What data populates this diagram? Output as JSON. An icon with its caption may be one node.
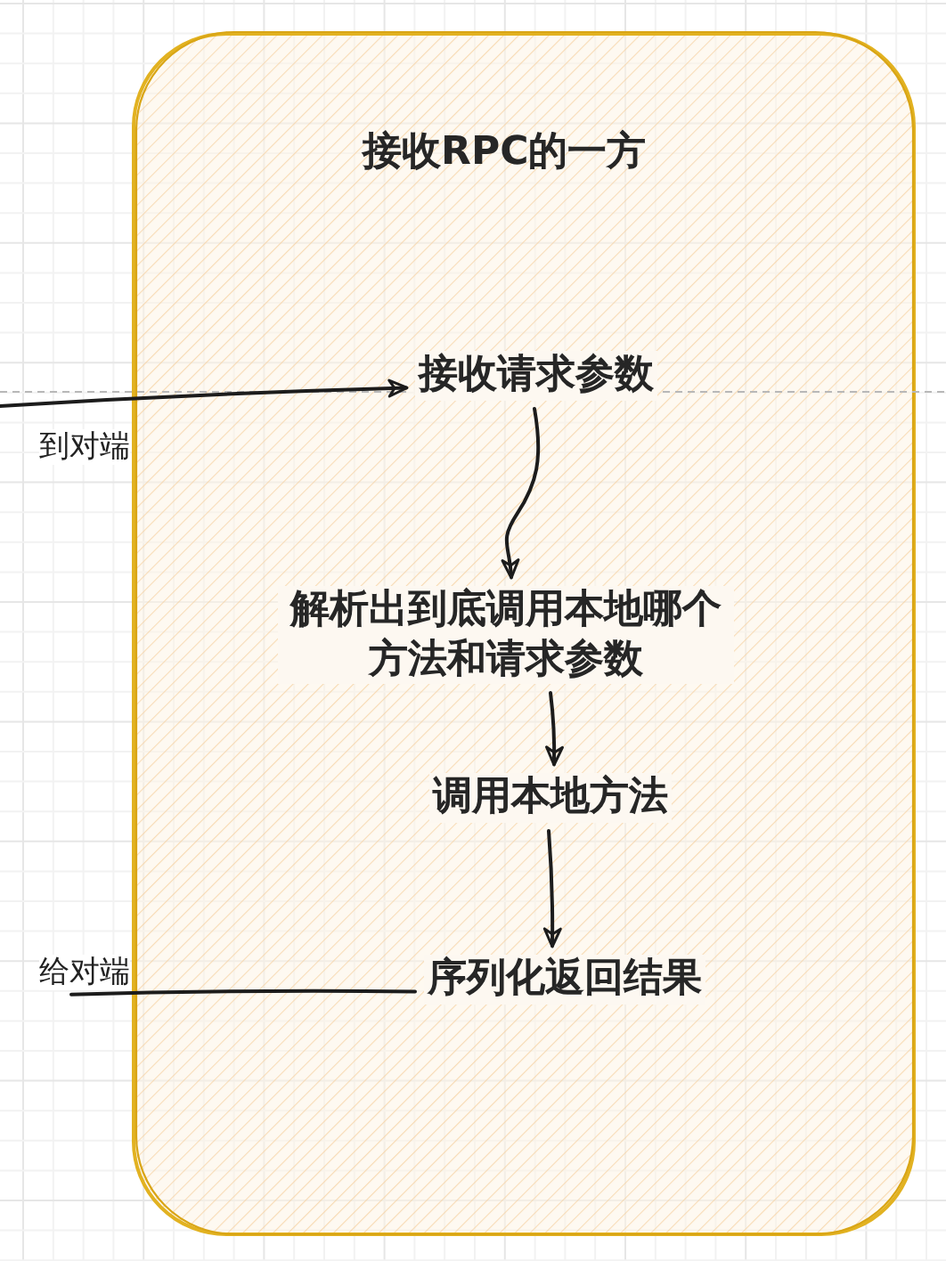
{
  "diagram": {
    "nodes": [
      {
        "text": [
          "接收RPC的一方"
        ]
      },
      {
        "text": [
          "接收请求参数"
        ],
        "in": 0
      },
      {
        "text": [
          "解析出到底调用本地哪个方法和请求参数"
        ],
        "in": 0
      },
      {
        "text": [
          "调用本地方法"
        ],
        "in": 0
      },
      {
        "text": [
          "序列化返回结果"
        ],
        "in": 0
      },
      {
        "text": [
          "到对端"
        ]
      },
      {
        "text": [
          "给对端"
        ]
      }
    ],
    "edges": [
      {
        "from": null,
        "to": 1,
        "arrow": "to"
      },
      {
        "from": 1,
        "to": 2,
        "arrow": "to"
      },
      {
        "from": 2,
        "to": 3,
        "arrow": "to"
      },
      {
        "from": 3,
        "to": 4,
        "arrow": "to"
      },
      {
        "from": 4,
        "to": 6,
        "arrow": "none"
      }
    ]
  }
}
